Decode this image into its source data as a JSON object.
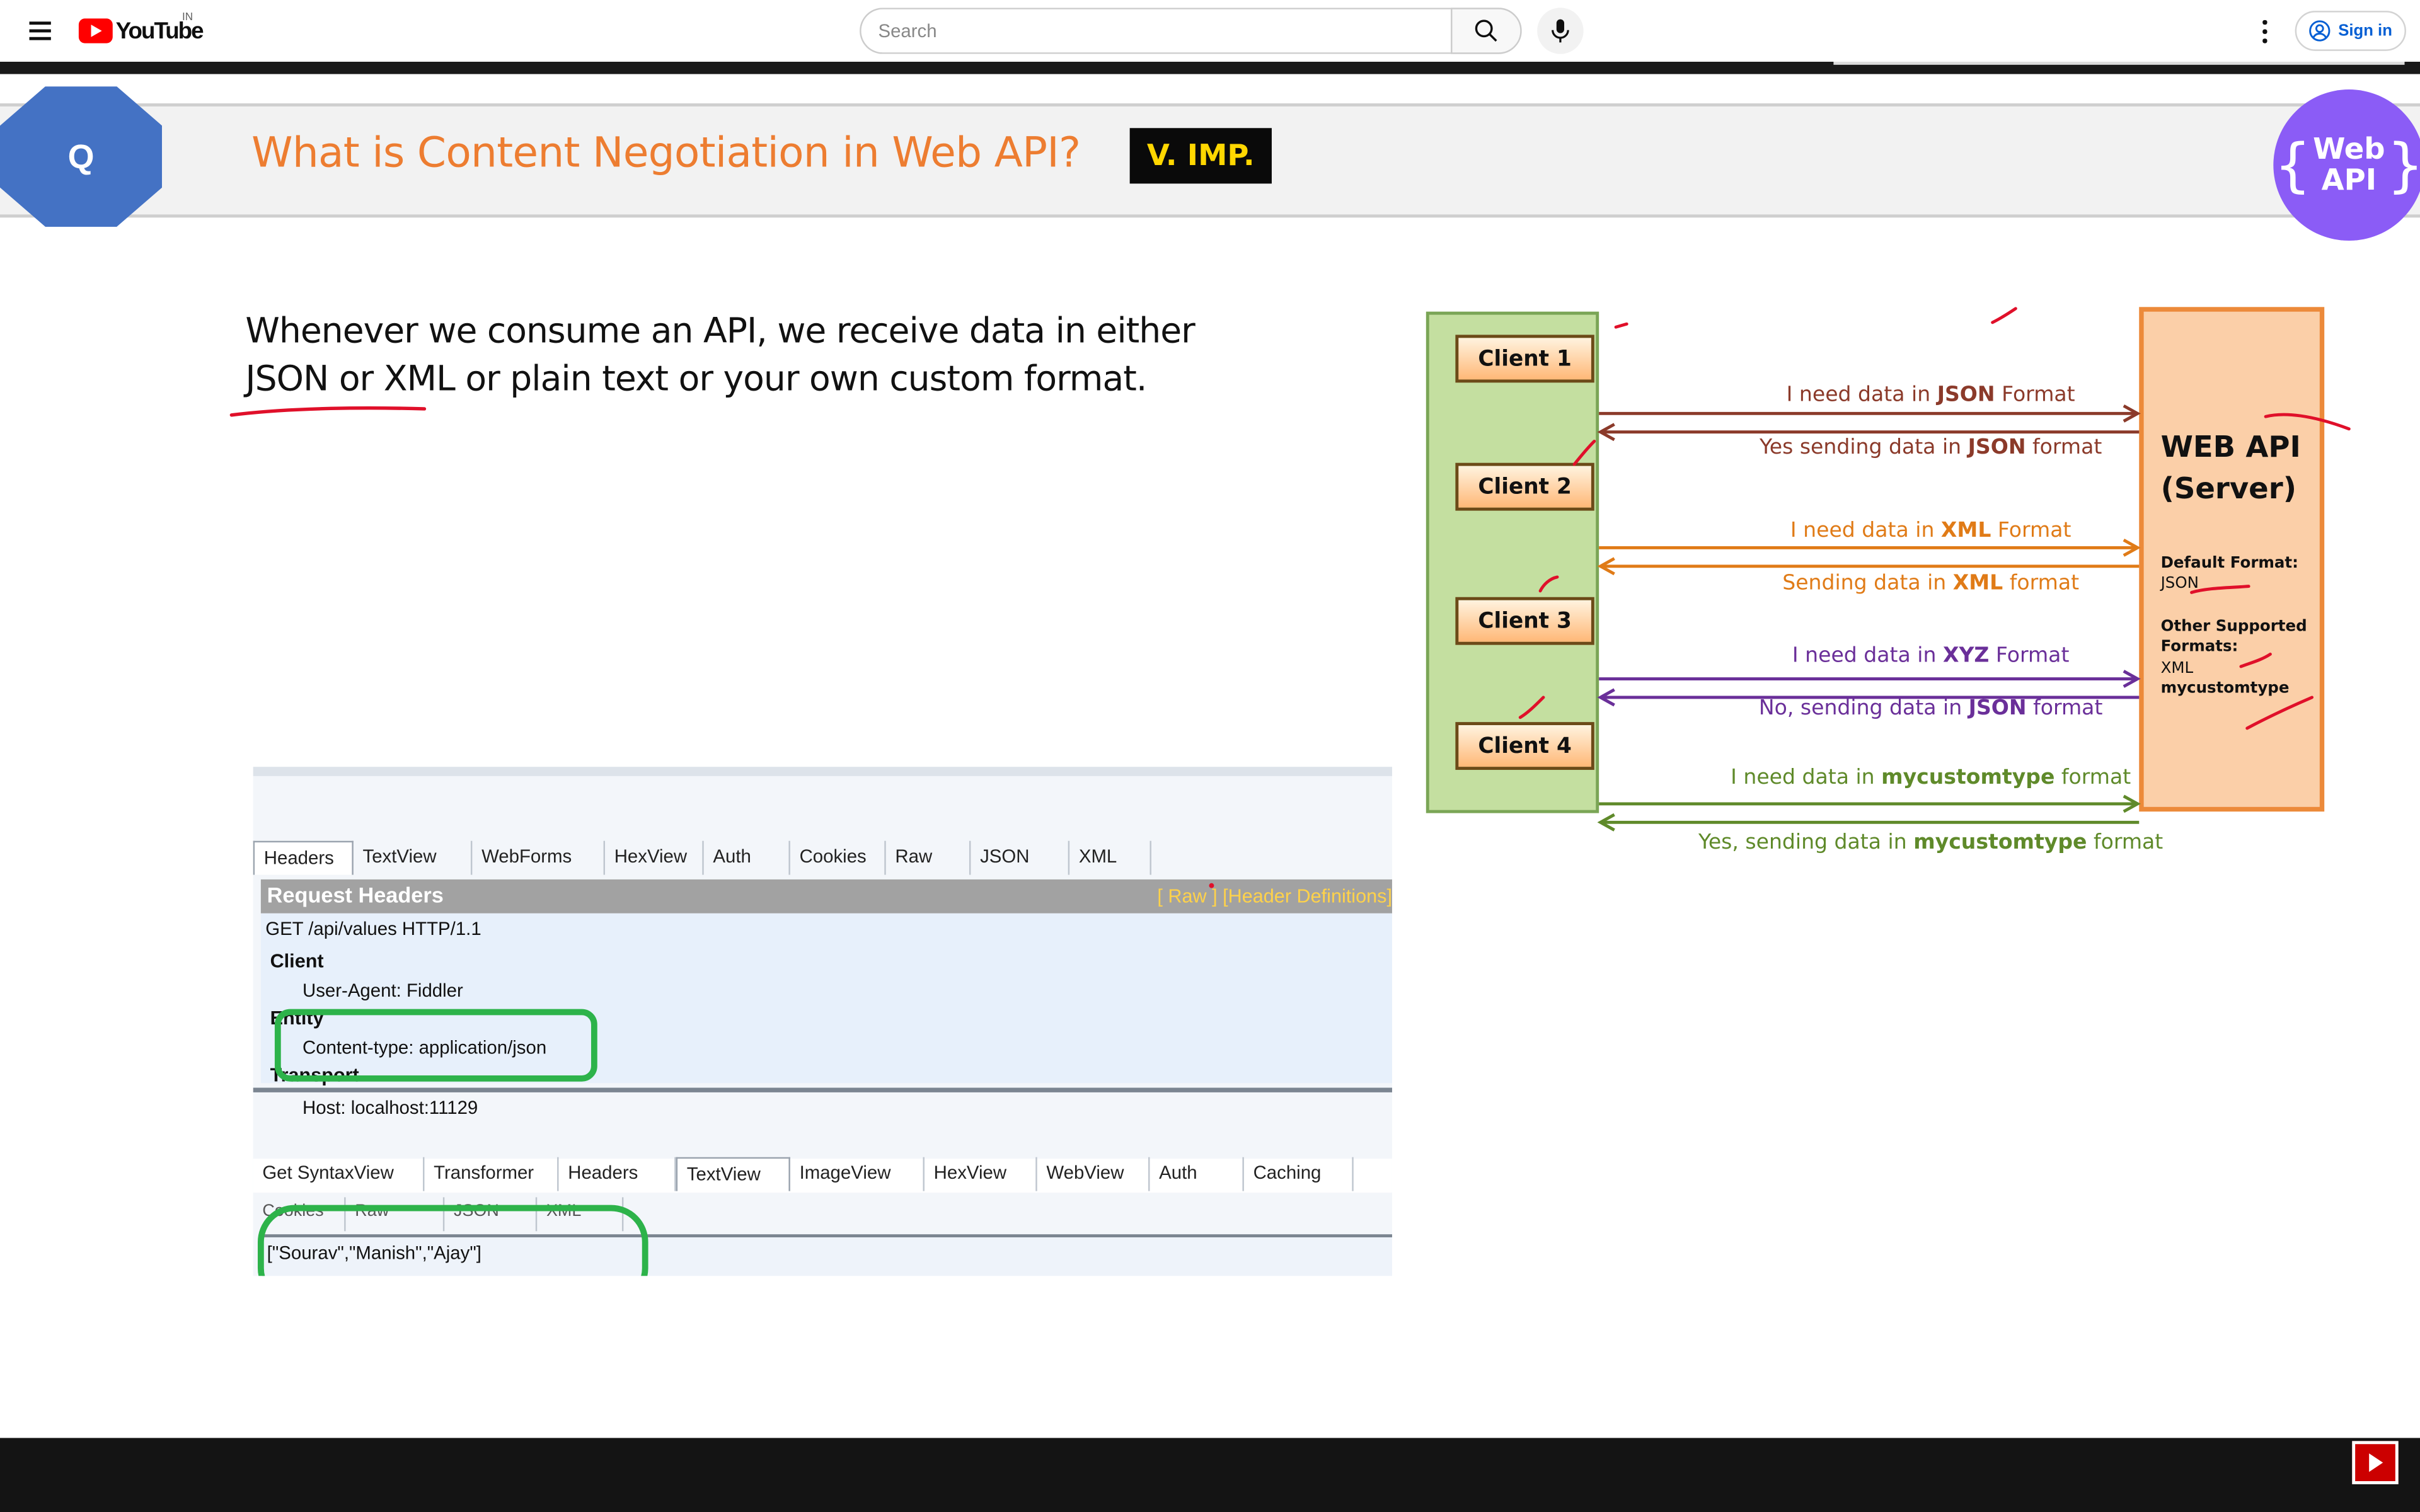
{
  "topbar": {
    "logo_text": "YouTube",
    "country_code": "IN",
    "search_placeholder": "Search",
    "signin_label": "Sign in"
  },
  "slide": {
    "icon_letter": "Q",
    "title": "What is Content Negotiation in Web API?",
    "badge": "V. IMP.",
    "logo_text_line1": "Web",
    "logo_text_line2": "API",
    "intro_line1": "Whenever we consume an API, we receive data in either",
    "intro_line2": "JSON or XML or plain text or your own custom format."
  },
  "fiddler": {
    "request_tabs": [
      "Headers",
      "TextView",
      "WebForms",
      "HexView",
      "Auth",
      "Cookies",
      "Raw",
      "JSON",
      "XML"
    ],
    "active_request_tab": "Headers",
    "request_headers_title": "Request Headers",
    "request_links": "[ Raw ]   [Header Definitions]",
    "request_line": "GET /api/values HTTP/1.1",
    "groups": {
      "client": "Client",
      "client_header": "User-Agent: Fiddler",
      "entity": "Entity",
      "entity_header": "Content-type: application/json",
      "transport": "Transport",
      "transport_header": "Host: localhost:11129"
    },
    "response_tabs": [
      "Get SyntaxView",
      "Transformer",
      "Headers",
      "TextView",
      "ImageView",
      "HexView",
      "WebView",
      "Auth",
      "Caching"
    ],
    "active_response_tab": "TextView",
    "response_subtabs": [
      "Cookies",
      "Raw",
      "JSON",
      "XML"
    ],
    "response_body": "[\"Sourav\",\"Manish\",\"Ajay\"]"
  },
  "diagram": {
    "clients": [
      "Client 1",
      "Client 2",
      "Client 3",
      "Client 4"
    ],
    "server_title_line1": "WEB API",
    "server_title_line2": "(Server)",
    "default_format_label": "Default Format:",
    "default_format_value": "JSON",
    "other_formats_label_1": "Other Supported",
    "other_formats_label_2": "Formats:",
    "other_format_1": "XML",
    "other_format_2": "mycustomtype",
    "exchanges": [
      {
        "request_pre": "I need data in ",
        "request_bold": "JSON",
        "request_post": " Format",
        "response_pre": "Yes sending data in ",
        "response_bold": "JSON",
        "response_post": " format",
        "color": "#8b3a2a"
      },
      {
        "request_pre": "I need data in ",
        "request_bold": "XML",
        "request_post": " Format",
        "response_pre": "Sending data in ",
        "response_bold": "XML",
        "response_post": " format",
        "color": "#e07b17"
      },
      {
        "request_pre": "I need data in ",
        "request_bold": "XYZ",
        "request_post": " Format",
        "response_pre": "No, sending data in ",
        "response_bold": "JSON",
        "response_post": " format",
        "color": "#6a2f99"
      },
      {
        "request_pre": "I need data in ",
        "request_bold": "mycustomtype",
        "request_post": " format",
        "response_pre": "Yes, sending data in ",
        "response_bold": "mycustomtype",
        "response_post": " format",
        "color": "#5f8a2a"
      }
    ]
  },
  "colors": {
    "title_orange": "#ed7d31",
    "badge_yellow": "#ffd700",
    "youtube_red": "#ff0000",
    "annotation_red": "#e0102a",
    "highlight_green": "#2db34a"
  }
}
